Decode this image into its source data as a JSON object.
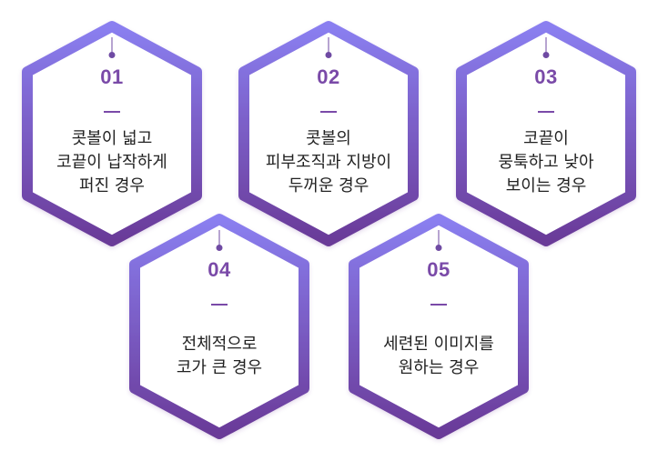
{
  "accent_gradient_top": "#8a7ff0",
  "accent_gradient_bottom": "#6a3a98",
  "items": [
    {
      "number": "01",
      "lines": [
        "콧볼이 넓고",
        "코끝이 납작하게",
        "퍼진 경우"
      ]
    },
    {
      "number": "02",
      "lines": [
        "콧볼의",
        "피부조직과 지방이",
        "두꺼운 경우"
      ]
    },
    {
      "number": "03",
      "lines": [
        "코끝이",
        "뭉툭하고 낮아",
        "보이는 경우"
      ]
    },
    {
      "number": "04",
      "lines": [
        "전체적으로",
        "코가 큰 경우"
      ]
    },
    {
      "number": "05",
      "lines": [
        "세련된 이미지를",
        "원하는 경우"
      ]
    }
  ]
}
